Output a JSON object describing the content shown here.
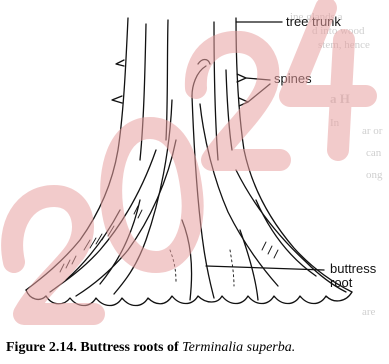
{
  "figure": {
    "labels": {
      "tree_trunk": "tree trunk",
      "spines": "spines",
      "buttress_line1": "buttress",
      "buttress_line2": "root"
    },
    "caption": {
      "number": "Figure 2.14.",
      "title": "Buttress roots of",
      "species": "Terminalia superba."
    }
  },
  "background_text": {
    "lines": [
      "ine glands a",
      "d into wood",
      "stem, hence",
      "a H",
      "In",
      "ar or",
      "can",
      "ong",
      "are"
    ]
  },
  "watermark": {
    "text": "2024",
    "color": "#e8a0a0"
  },
  "colors": {
    "ink": "#111111",
    "faded_text": "#cfcfcf"
  }
}
